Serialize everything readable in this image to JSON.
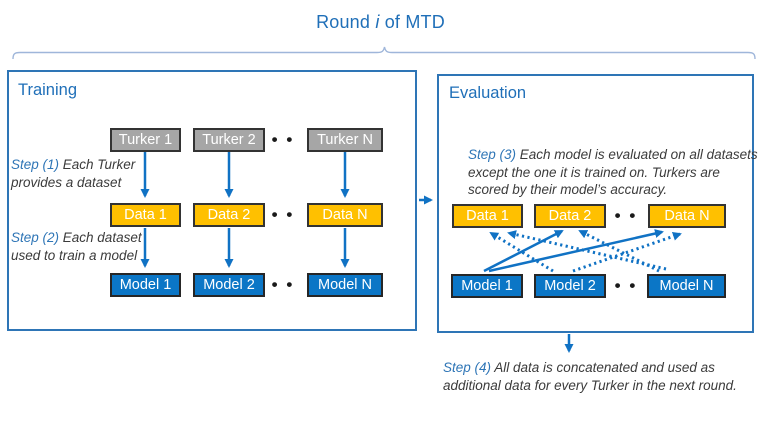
{
  "title": {
    "prefix": "Round ",
    "round_var": "i",
    "suffix": " of MTD"
  },
  "ellipsis": "• •",
  "colors": {
    "accent_blue": "#1F6FB8",
    "frame_blue": "#2E75B6",
    "arrow_blue": "#1072C4",
    "model_box_blue": "#0B76C6",
    "data_box_orange": "#FFC000",
    "turker_box_gray": "#A6A6A6",
    "box_border_dark": "#333333",
    "brace_light_blue": "#9FB6DA"
  },
  "training": {
    "title": "Training",
    "turkers": [
      "Turker 1",
      "Turker 2",
      "Turker N"
    ],
    "datasets": [
      "Data 1",
      "Data 2",
      "Data N"
    ],
    "models": [
      "Model 1",
      "Model 2",
      "Model N"
    ],
    "step1": {
      "label": "Step (1)",
      "text": " Each Turker provides a dataset"
    },
    "step2": {
      "label": "Step (2)",
      "text": " Each dataset used to train a model"
    }
  },
  "evaluation": {
    "title": "Evaluation",
    "datasets": [
      "Data 1",
      "Data 2",
      "Data N"
    ],
    "models": [
      "Model 1",
      "Model 2",
      "Model N"
    ],
    "step3": {
      "label": "Step (3)",
      "text": " Each model is evaluated on all datasets except the one it is trained on. Turkers are scored by their model’s accuracy."
    }
  },
  "step4": {
    "label": "Step (4)",
    "text": " All data is concatenated and used as additional data for every Turker in the next round."
  }
}
